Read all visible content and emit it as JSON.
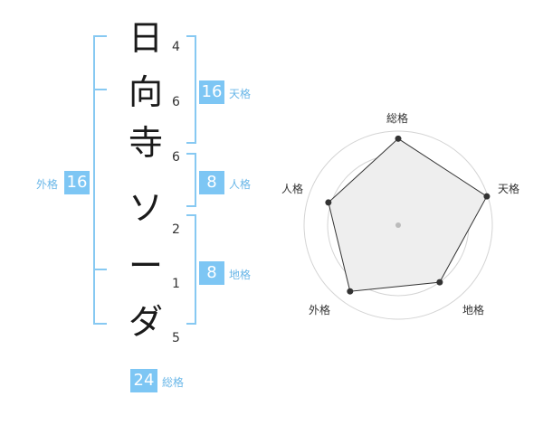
{
  "name": {
    "characters": [
      {
        "char": "日",
        "strokes": "4"
      },
      {
        "char": "向",
        "strokes": "6"
      },
      {
        "char": "寺",
        "strokes": "6"
      },
      {
        "char": "ソ",
        "strokes": "2"
      },
      {
        "char": "ー",
        "strokes": "1"
      },
      {
        "char": "ダ",
        "strokes": "5"
      }
    ]
  },
  "fortune": {
    "tenkaku": {
      "value": "16",
      "label": "天格"
    },
    "jinkaku": {
      "value": "8",
      "label": "人格"
    },
    "chikaku": {
      "value": "8",
      "label": "地格"
    },
    "gaikaku": {
      "value": "16",
      "label": "外格"
    },
    "soukaku": {
      "value": "24",
      "label": "総格"
    }
  },
  "radar": {
    "axes": [
      "総格",
      "天格",
      "地格",
      "外格",
      "人格"
    ],
    "values": [
      0.92,
      0.99,
      0.75,
      0.87,
      0.78
    ],
    "rings": 4
  },
  "colors": {
    "accent": "#7dc6f4",
    "bracket": "#87c9f2",
    "radar_fill": "#eeeeee",
    "radar_line": "#333333"
  }
}
